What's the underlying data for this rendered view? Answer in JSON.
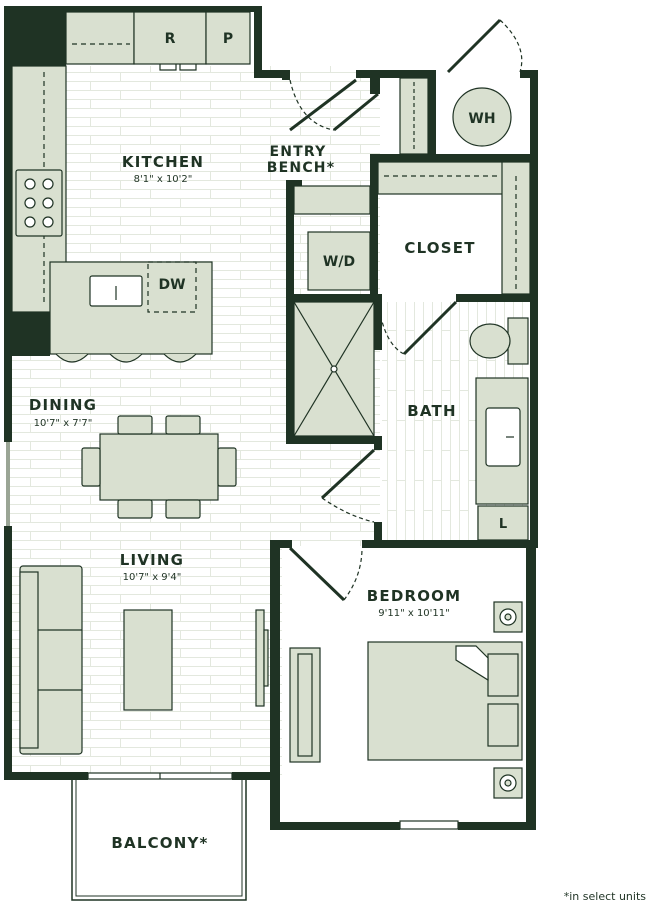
{
  "rooms": {
    "kitchen": {
      "name": "KITCHEN",
      "dims": "8'1\" x 10'2\""
    },
    "entry": {
      "line1": "ENTRY",
      "line2": "BENCH*"
    },
    "closet": {
      "name": "CLOSET"
    },
    "dining": {
      "name": "DINING",
      "dims": "10'7\" x 7'7\""
    },
    "bath": {
      "name": "BATH"
    },
    "living": {
      "name": "LIVING",
      "dims": "10'7\" x 9'4\""
    },
    "bedroom": {
      "name": "BEDROOM",
      "dims": "9'11\" x 10'11\""
    },
    "balcony": {
      "name": "BALCONY*"
    }
  },
  "fixtures": {
    "refrigerator": "R",
    "pantry": "P",
    "water_heater": "WH",
    "dishwasher": "DW",
    "washer_dryer": "W/D",
    "linen": "L"
  },
  "footnote": "*in select units",
  "colors": {
    "wall": "#1f3324",
    "floor": "#ffffff",
    "fixture": "#d9e0d0",
    "tile_line": "#e3e8de",
    "text": "#1f3324"
  }
}
